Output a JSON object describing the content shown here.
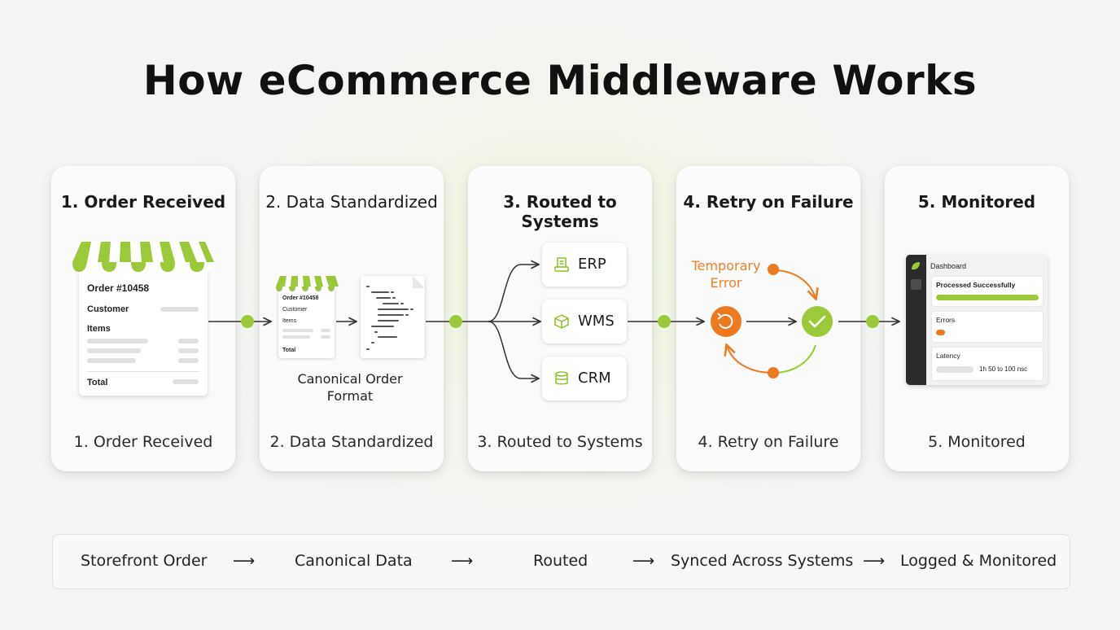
{
  "title": "How eCommerce Middleware Works",
  "colors": {
    "accent_green": "#9bc93a",
    "accent_orange": "#ee7a1f",
    "text": "#1a1a1a"
  },
  "steps": [
    {
      "title": "1. Order Received",
      "footer": "1. Order Received"
    },
    {
      "title": "2. Data Standardized",
      "footer": "2. Data Standardized"
    },
    {
      "title": "3. Routed to Systems",
      "footer": "3. Routed to Systems"
    },
    {
      "title": "4. Retry on Failure",
      "footer": "4. Retry on Failure"
    },
    {
      "title": "5. Monitored",
      "footer": "5. Monitored"
    }
  ],
  "order_receipt": {
    "order_number": "Order #10458",
    "customer_label": "Customer",
    "items_label": "Items",
    "total_label": "Total",
    "icon": "storefront-awning-icon"
  },
  "standardize": {
    "mini_order_number": "Order #10458",
    "mini_customer_label": "Customer",
    "mini_items_label": "Items",
    "mini_total_label": "Total",
    "caption_line1": "Canonical Order",
    "caption_line2": "Format",
    "icon": "json-document-icon"
  },
  "systems": [
    {
      "label": "ERP",
      "icon": "receipt-printer-icon"
    },
    {
      "label": "WMS",
      "icon": "box-icon"
    },
    {
      "label": "CRM",
      "icon": "database-icon"
    }
  ],
  "retry": {
    "error_line1": "Temporary",
    "error_line2": "Error",
    "icons": [
      "retry-icon",
      "success-check-icon"
    ]
  },
  "dashboard": {
    "header": "Dashboard",
    "processed_label": "Processed Successfully",
    "errors_label": "Errors",
    "latency_label": "Latency",
    "latency_value": "1h 50 to 100 nsc"
  },
  "summary_flow": [
    "Storefront Order",
    "Canonical Data",
    "Routed",
    "Synced Across Systems",
    "Logged & Monitored"
  ]
}
